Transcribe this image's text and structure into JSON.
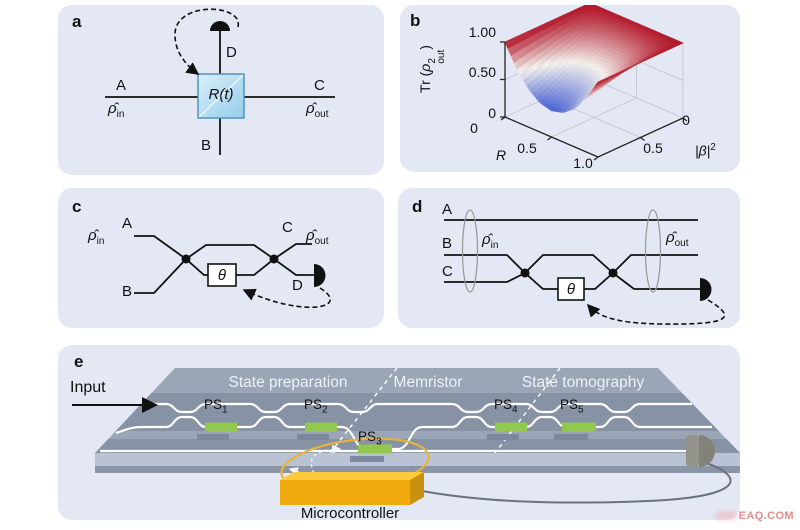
{
  "watermark": "EAQ.COM",
  "labels": {
    "rho_hat": "ρ̂",
    "sub_in": "in",
    "sub_out": "out",
    "theta": "θ"
  },
  "panel_a": {
    "tag": "a",
    "port_a": "A",
    "port_b": "B",
    "port_c": "C",
    "port_d": "D",
    "bs_label": "R(t)"
  },
  "panel_b": {
    "tag": "b"
  },
  "chart_data": {
    "type": "surface3d",
    "title": "",
    "z_label": {
      "pre": "Tr (",
      "rho": "ρ",
      "sup": "2",
      "sub": "out",
      "post": ")"
    },
    "x_axis": {
      "label": "R",
      "ticks": [
        "0",
        "0.5",
        "1.0"
      ],
      "range": [
        0,
        1
      ]
    },
    "y_axis": {
      "label_text": "|β|",
      "label_sup": "2",
      "ticks": [
        "0.5",
        "0"
      ],
      "range": [
        0,
        1
      ]
    },
    "z_axis": {
      "ticks": [
        "1.00",
        "0.50",
        "0"
      ],
      "range": [
        0,
        1
      ]
    },
    "R_values": [
      0,
      0.125,
      0.25,
      0.375,
      0.5,
      0.625,
      0.75,
      0.875,
      1
    ],
    "beta2_values": [
      0,
      0.125,
      0.25,
      0.375,
      0.5,
      0.625,
      0.75,
      0.875,
      1
    ],
    "purity": [
      [
        1,
        1,
        1,
        1,
        1,
        1,
        1,
        1,
        1
      ],
      [
        1,
        0.964,
        0.929,
        0.893,
        0.858,
        0.822,
        0.787,
        0.751,
        0.716
      ],
      [
        1,
        0.939,
        0.878,
        0.817,
        0.756,
        0.695,
        0.634,
        0.573,
        0.512
      ],
      [
        1,
        0.924,
        0.848,
        0.771,
        0.695,
        0.619,
        0.543,
        0.467,
        0.391
      ],
      [
        1,
        0.919,
        0.838,
        0.756,
        0.675,
        0.594,
        0.513,
        0.431,
        0.35
      ],
      [
        1,
        0.924,
        0.848,
        0.771,
        0.695,
        0.619,
        0.543,
        0.467,
        0.391
      ],
      [
        1,
        0.939,
        0.878,
        0.817,
        0.756,
        0.695,
        0.634,
        0.573,
        0.512
      ],
      [
        1,
        0.964,
        0.929,
        0.893,
        0.858,
        0.822,
        0.787,
        0.751,
        0.716
      ],
      [
        1,
        1,
        1,
        1,
        1,
        1,
        1,
        1,
        1
      ]
    ],
    "colormap": {
      "low": "#4a63d3",
      "mid": "#f2f0eb",
      "high": "#b2182b",
      "zmin": 0.35,
      "zmax": 1.0
    },
    "grid": true,
    "legend": "none"
  },
  "panel_c": {
    "tag": "c",
    "port_a": "A",
    "port_b": "B",
    "port_c": "C",
    "port_d": "D"
  },
  "panel_d": {
    "tag": "d",
    "port_a": "A",
    "port_b": "B",
    "port_c": "C"
  },
  "panel_e": {
    "tag": "e",
    "input": "Input",
    "regions": [
      "State preparation",
      "Memristor",
      "State tomography"
    ],
    "ps": [
      {
        "name": "PS",
        "sub": "1"
      },
      {
        "name": "PS",
        "sub": "2"
      },
      {
        "name": "PS",
        "sub": "3"
      },
      {
        "name": "PS",
        "sub": "4"
      },
      {
        "name": "PS",
        "sub": "5"
      }
    ],
    "microcontroller": "Microcontroller"
  }
}
